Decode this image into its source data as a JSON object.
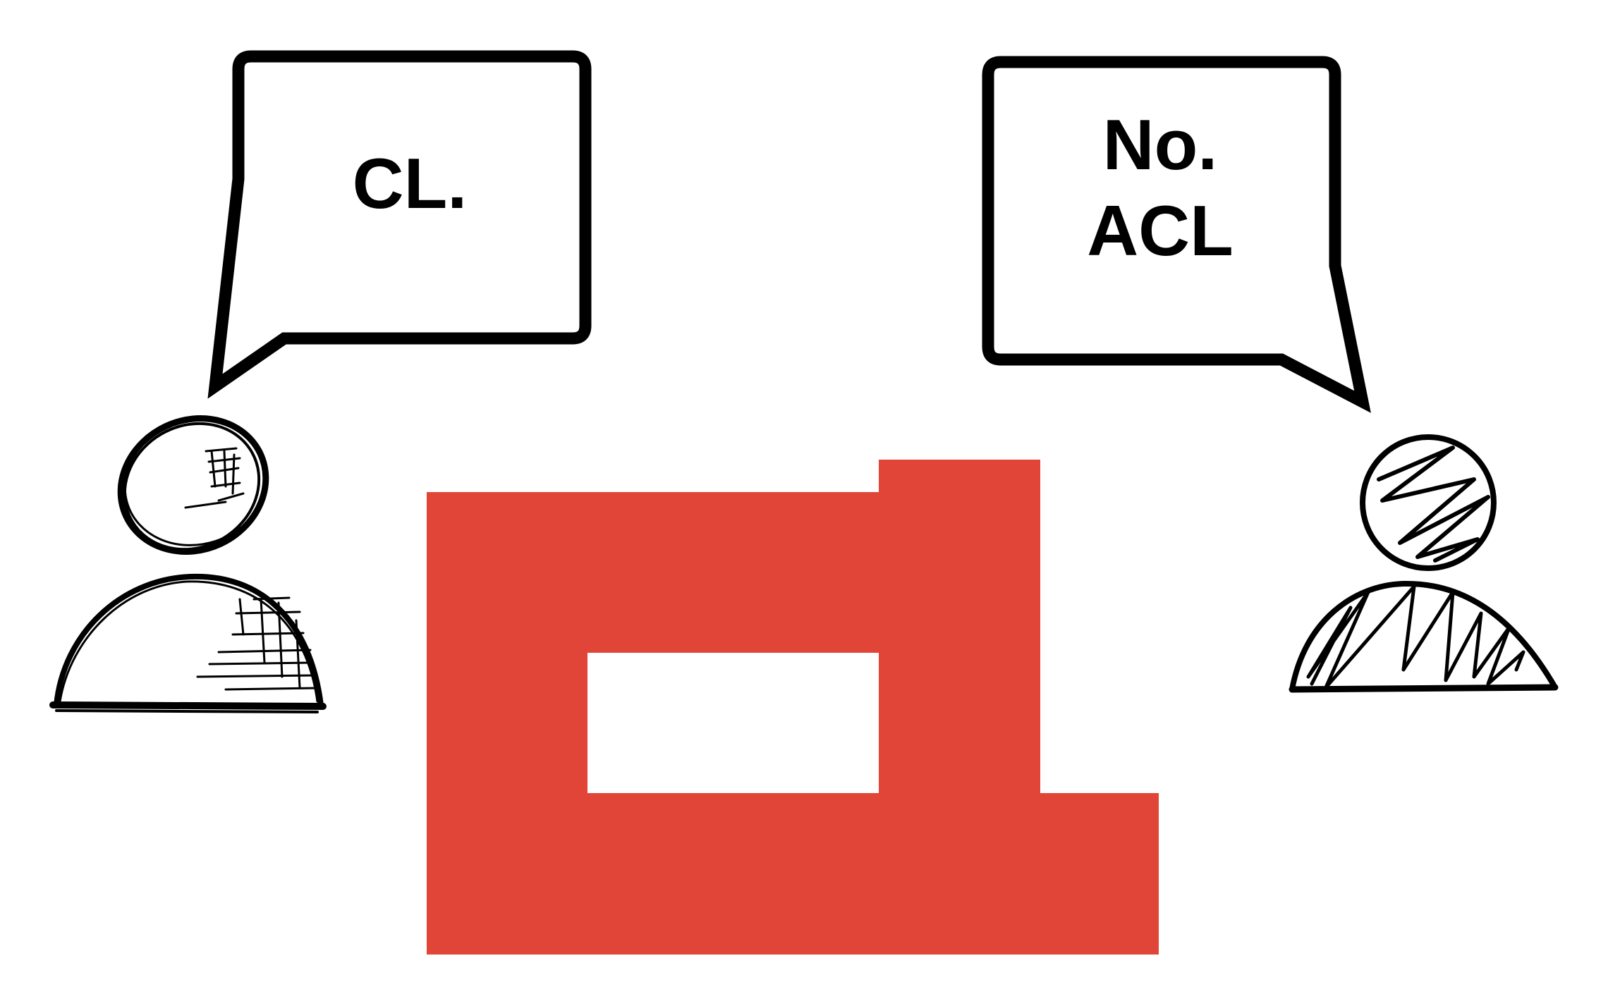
{
  "diagram": {
    "left_speaker": {
      "bubble_text": "CL.",
      "figure_style": "sketched-outline-person"
    },
    "right_speaker": {
      "bubble_lines": [
        "No.",
        "ACL"
      ],
      "figure_style": "sketched-hatched-person"
    },
    "center_shape": {
      "description": "red block shape (letter-like glyph with rectangular hole)",
      "color": "#E04538"
    },
    "colors": {
      "outline": "#000000",
      "background": "#FFFFFF",
      "accent_red": "#E04538"
    }
  }
}
